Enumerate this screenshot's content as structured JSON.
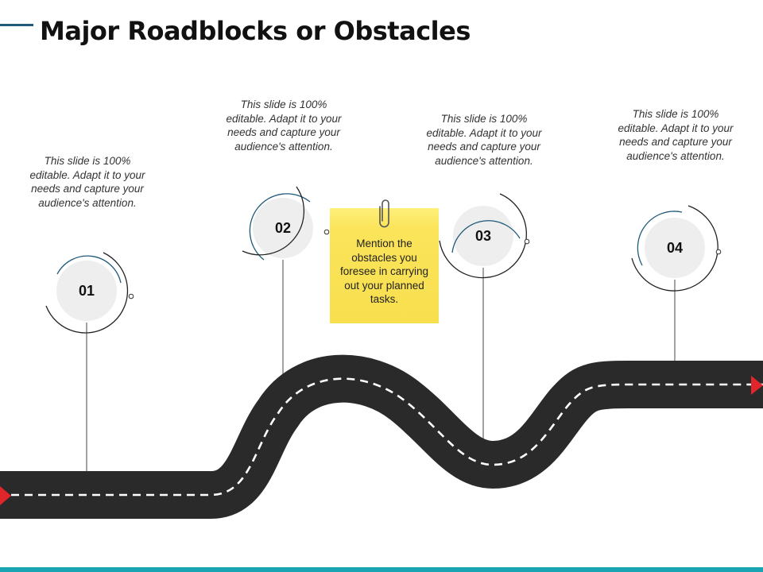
{
  "title": "Major Roadblocks or Obstacles",
  "colors": {
    "accent_line": "#1f5a7a",
    "bottom_bar": "#1aa3b3",
    "road": "#2a2a2a",
    "road_dash": "#ffffff",
    "arrow": "#e0252b",
    "note": "#fbe45a",
    "node_fill": "#eeeeee",
    "arc_blue": "#1f5a7a",
    "arc_dark": "#222222"
  },
  "milestones": [
    {
      "number": "01",
      "description": "This slide is 100% editable. Adapt it to your needs and capture your audience's attention."
    },
    {
      "number": "02",
      "description": "This slide is 100% editable. Adapt it to your needs and capture your audience's attention."
    },
    {
      "number": "03",
      "description": "This slide is 100% editable. Adapt it to your needs and capture your audience's attention."
    },
    {
      "number": "04",
      "description": "This slide is 100% editable. Adapt it to your needs and capture your audience's attention."
    }
  ],
  "sticky_note": {
    "text": "Mention the obstacles you foresee in carrying out your planned tasks."
  },
  "icons": {
    "note_clip": "paperclip-icon",
    "road_start": "arrow-right-icon",
    "road_end": "arrow-right-icon"
  }
}
